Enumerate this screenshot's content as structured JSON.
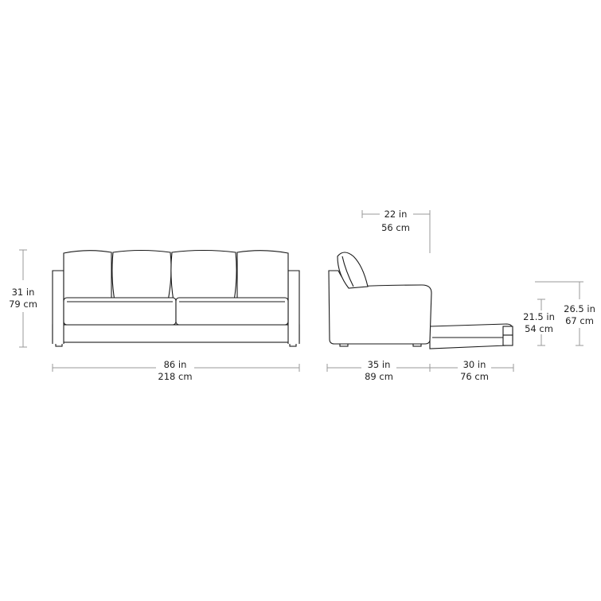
{
  "dimensions": {
    "front_height": {
      "in": "31 in",
      "cm": "79 cm"
    },
    "front_width": {
      "in": "86 in",
      "cm": "218 cm"
    },
    "seat_depth": {
      "in": "22 in",
      "cm": "56 cm"
    },
    "side_depth": {
      "in": "35 in",
      "cm": "89 cm"
    },
    "extension": {
      "in": "30 in",
      "cm": "76 cm"
    },
    "seat_height": {
      "in": "21.5 in",
      "cm": "54 cm"
    },
    "total_height": {
      "in": "26.5 in",
      "cm": "67 cm"
    }
  },
  "colors": {
    "outline": "#1a1a1a",
    "dimension_line": "#999999",
    "text": "#222222"
  }
}
